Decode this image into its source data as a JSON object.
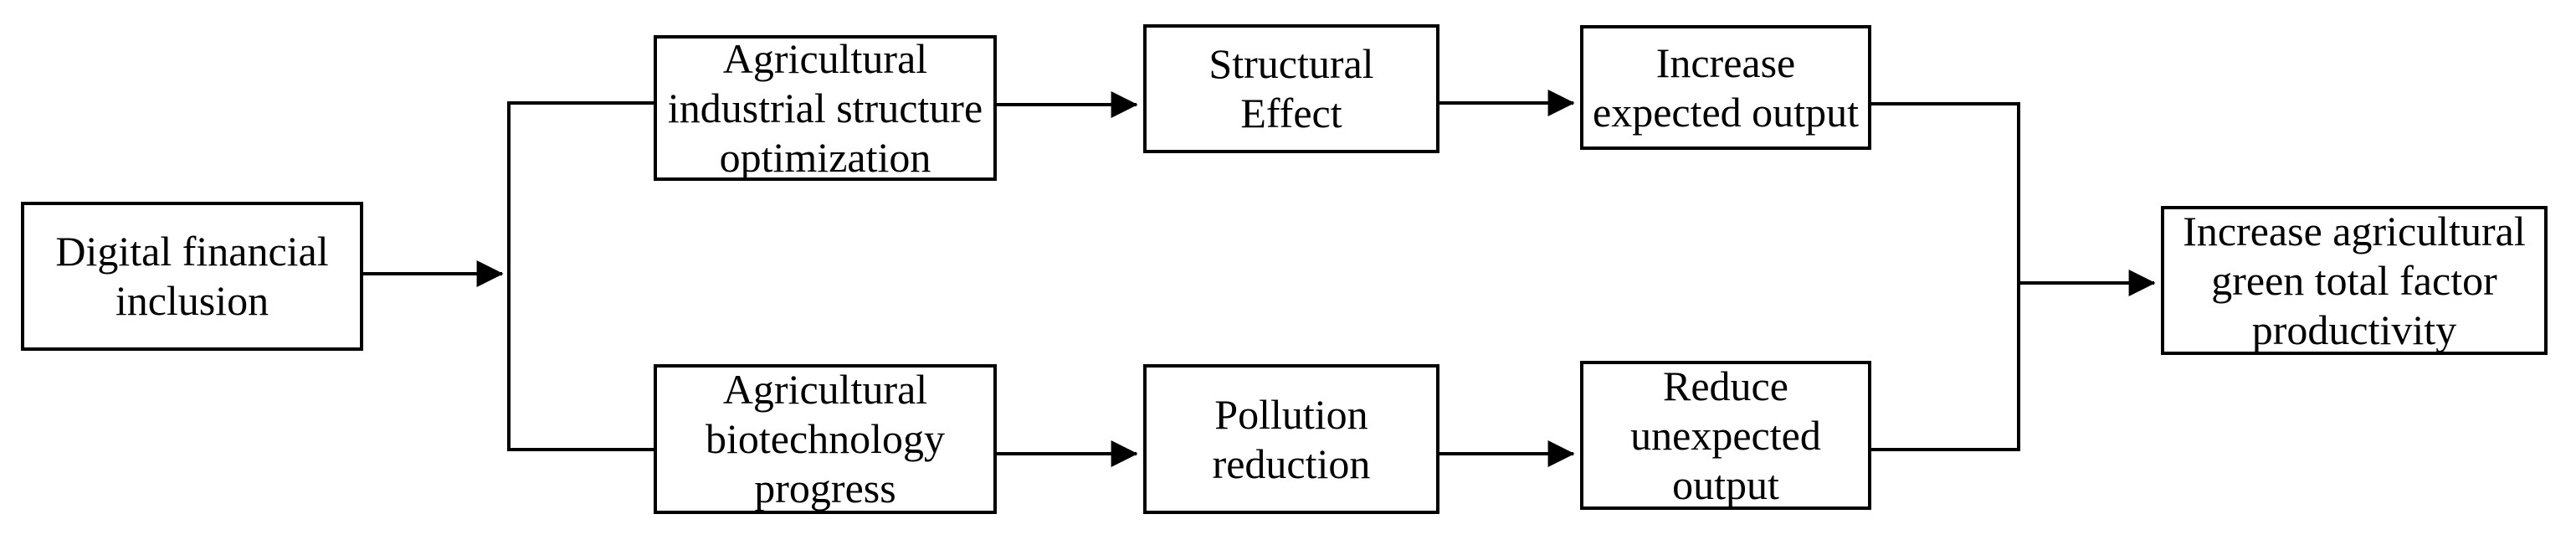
{
  "figure": {
    "type": "flowchart",
    "background_color": "#ffffff",
    "line_color": "#000000",
    "text_color": "#000000"
  },
  "nodes": [
    {
      "id": "digital-financial-inclusion",
      "label": "Digital financial\ninclusion"
    },
    {
      "id": "agricultural-industrial-structure-optimization",
      "label": "Agricultural\nindustrial structure\noptimization"
    },
    {
      "id": "structural-effect",
      "label": "Structural\nEffect"
    },
    {
      "id": "increase-expected-output",
      "label": "Increase\nexpected output"
    },
    {
      "id": "agricultural-biotechnology-progress",
      "label": "Agricultural\nbiotechnology\nprogress"
    },
    {
      "id": "pollution-reduction",
      "label": "Pollution\nreduction"
    },
    {
      "id": "reduce-unexpected-output",
      "label": "Reduce\nunexpected\noutput"
    },
    {
      "id": "increase-agricultural-green-total-factor-productivity",
      "label": "Increase agricultural\ngreen total factor\nproductivity"
    }
  ],
  "edges": [
    {
      "from": "Digital financial inclusion",
      "to": "Agricultural industrial structure optimization"
    },
    {
      "from": "Digital financial inclusion",
      "to": "Agricultural biotechnology progress"
    },
    {
      "from": "Agricultural industrial structure optimization",
      "to": "Structural Effect"
    },
    {
      "from": "Structural Effect",
      "to": "Increase expected output"
    },
    {
      "from": "Agricultural biotechnology progress",
      "to": "Pollution reduction"
    },
    {
      "from": "Pollution reduction",
      "to": "Reduce unexpected output"
    },
    {
      "from": "Increase expected output",
      "to": "Increase agricultural green total factor productivity"
    },
    {
      "from": "Reduce unexpected output",
      "to": "Increase agricultural green total factor productivity"
    }
  ]
}
